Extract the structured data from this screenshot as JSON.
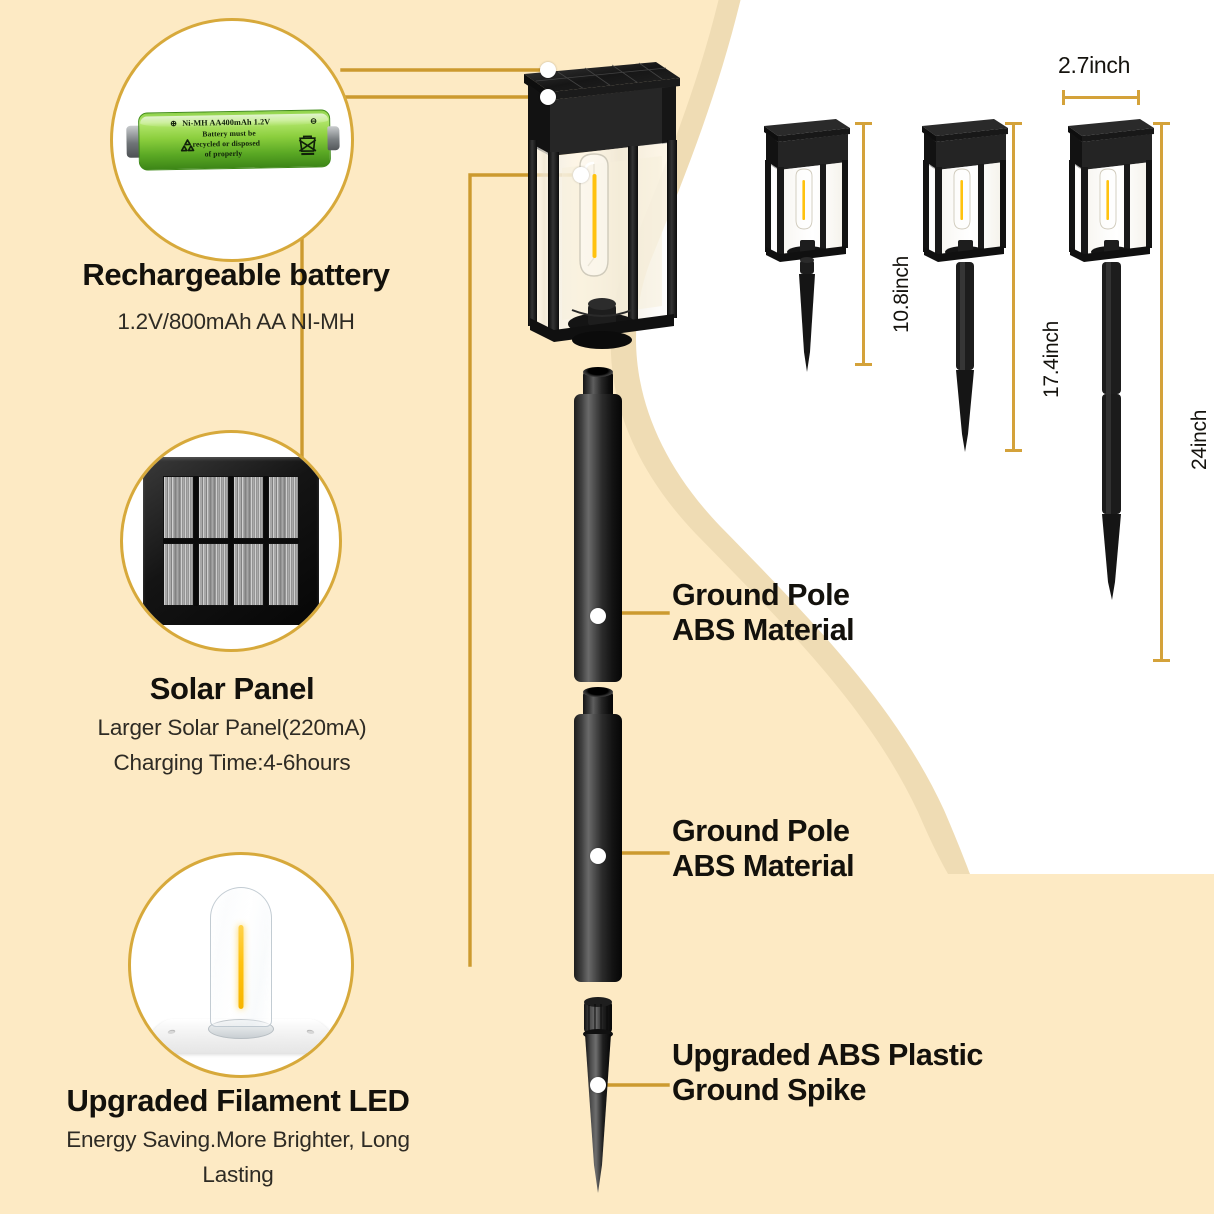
{
  "theme": {
    "background": "#fdeac4",
    "panel_background": "#ffffff",
    "accent_gold": "#d4a23a",
    "filament": "#ffc20e",
    "text": "#13110c"
  },
  "features": [
    {
      "id": "battery",
      "title": "Rechargeable battery",
      "description": "1.2V/800mAh AA NI-MH",
      "icon": "battery-icon"
    },
    {
      "id": "solar",
      "title": "Solar Panel",
      "description_line1": "Larger Solar Panel(220mA)",
      "description_line2": "Charging Time:4-6hours",
      "icon": "solar-panel-icon"
    },
    {
      "id": "led",
      "title": "Upgraded Filament LED",
      "description_line1": "Energy Saving.More Brighter, Long",
      "description_line2": "Lasting",
      "icon": "filament-led-icon"
    }
  ],
  "battery_label": {
    "line1": "Ni-MH  AA400mAh 1.2V",
    "line2": "Battery  must be",
    "line3": "recycled or disposed",
    "line4": "of properly",
    "plus": "⊕",
    "minus": "⊖"
  },
  "callouts": [
    {
      "id": "ground-pole-upper",
      "line1": "Ground Pole",
      "line2": "ABS Material"
    },
    {
      "id": "ground-pole-lower",
      "line1": "Ground Pole",
      "line2": "ABS Material"
    },
    {
      "id": "ground-spike",
      "line1": "Upgraded ABS Plastic",
      "line2": "Ground Spike"
    }
  ],
  "dimensions": {
    "width_label": "2.7inch",
    "heights": [
      {
        "id": "short",
        "label": "10.8inch"
      },
      {
        "id": "medium",
        "label": "17.4inch"
      },
      {
        "id": "tall",
        "label": "24inch"
      }
    ]
  }
}
